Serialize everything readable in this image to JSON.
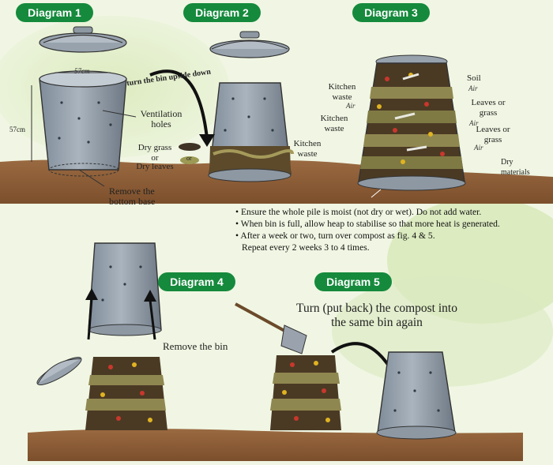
{
  "diagrams": [
    {
      "title": "Diagram 1"
    },
    {
      "title": "Diagram 2"
    },
    {
      "title": "Diagram 3"
    },
    {
      "title": "Diagram 4"
    },
    {
      "title": "Diagram 5"
    }
  ],
  "d1": {
    "width_label": "57cm",
    "height_label": "57cm",
    "ventilation_label": "Ventilation holes",
    "remove_base_label": "Remove the bottom base"
  },
  "d2": {
    "turn_label": "turn the bin upside down",
    "dry_grass": "Dry grass",
    "or": "or",
    "dry_leaves": "Dry leaves",
    "or2": "or"
  },
  "d3": {
    "kitchen_waste_1": "Kitchen waste",
    "air_1": "Air",
    "kitchen_waste_2": "Kitchen waste",
    "kitchen_waste_3": "Kitchen waste",
    "soil": "Soil",
    "air_2": "Air",
    "leaves_1": "Leaves or grass",
    "air_3": "Air",
    "leaves_2": "Leaves or grass",
    "air_4": "Air",
    "dry_materials": "Dry materials"
  },
  "notes": [
    "• Ensure the whole pile is moist (not dry or wet). Do not add water.",
    "• When bin is full, allow heap to stabilise so that more heat is generated.",
    "• After a week or two, turn over compost as fig. 4 & 5.",
    "Repeat every 2 weeks 3 to 4 times."
  ],
  "d4": {
    "remove_bin": "Remove the bin"
  },
  "d5": {
    "turn_back": "Turn (put back) the compost into the same bin again"
  }
}
